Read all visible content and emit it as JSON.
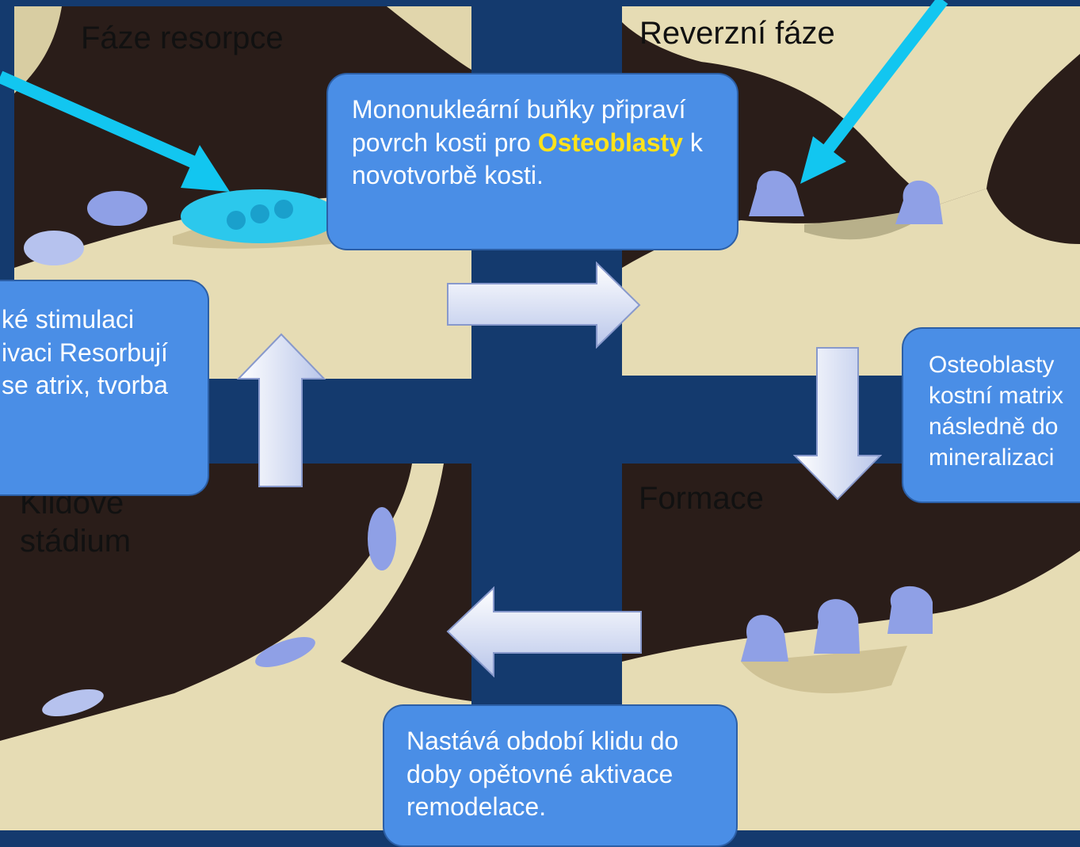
{
  "phases": {
    "resorption": "Fáze resorpce",
    "reversal": "Reverzní fáze",
    "formation": "Formace",
    "resting": "Klidové stádium"
  },
  "callouts": {
    "reversal_pre": "Mononukleární buňky připraví povrch kosti pro ",
    "reversal_highlight": "Osteoblasty",
    "reversal_post": " k novotvorbě kosti.",
    "resorption": "ké stimulaci ivaci Resorbují se atrix, tvorba",
    "formation": "Osteoblasty kostní matrix následně do mineralizaci",
    "resting": "Nastává období klidu do doby opětovné aktivace remodelace."
  },
  "colors": {
    "background": "#143a6e",
    "callout_fill": "#4a8ee6",
    "highlight": "#ffe21a",
    "pointer": "#12c6f0",
    "bone": "#e6dcb4",
    "cavity": "#2a1d19"
  }
}
